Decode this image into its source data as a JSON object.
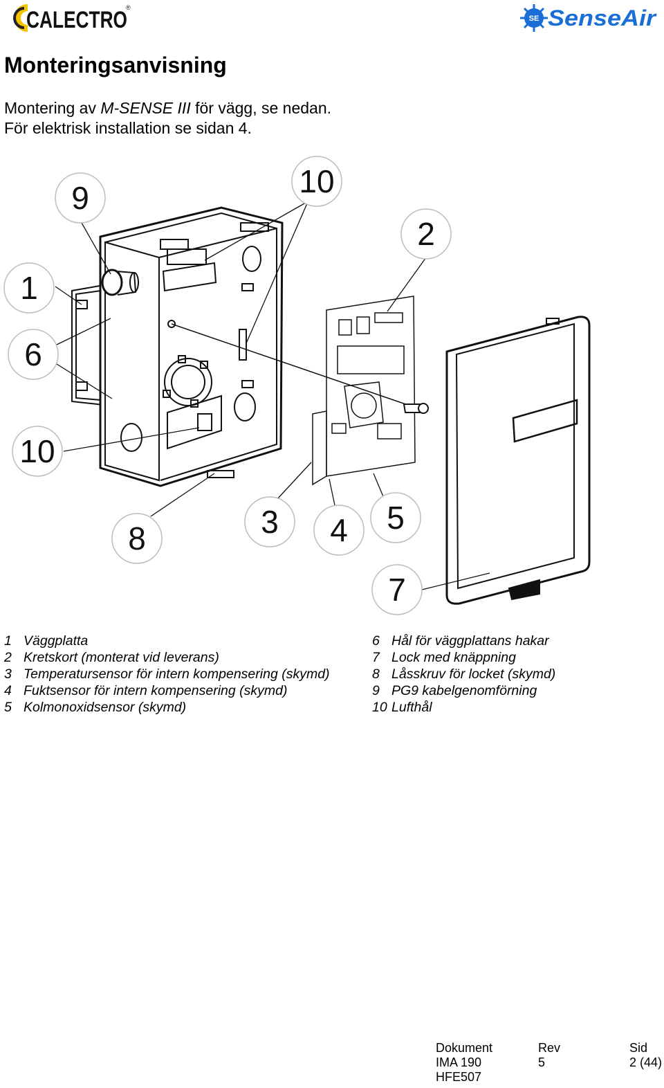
{
  "header": {
    "logo_left": "CALECTRO",
    "logo_right": "SenseAir",
    "logo_right_badge": "SE",
    "brand_yellow": "#f5c400",
    "brand_blue": "#1a6fd6"
  },
  "title": "Monteringsanvisning",
  "intro": {
    "line1_prefix": "Montering av ",
    "line1_product": "M-SENSE III",
    "line1_suffix": " för vägg, se nedan.",
    "line2": "För elektrisk installation se sidan 4."
  },
  "figure": {
    "callouts": [
      "9",
      "10",
      "2",
      "1",
      "6",
      "10",
      "8",
      "3",
      "4",
      "5",
      "7"
    ]
  },
  "legend": {
    "left": [
      {
        "num": "1",
        "text": "Väggplatta"
      },
      {
        "num": "2",
        "text": "Kretskort (monterat vid leverans)"
      },
      {
        "num": "3",
        "text": "Temperatursensor för intern kompensering (skymd)"
      },
      {
        "num": "4",
        "text": "Fuktsensor för intern kompensering (skymd)"
      },
      {
        "num": "5",
        "text": "Kolmonoxidsensor (skymd)"
      }
    ],
    "right": [
      {
        "num": "6",
        "text": "Hål för väggplattans hakar"
      },
      {
        "num": "7",
        "text": "Lock med knäppning"
      },
      {
        "num": "8",
        "text": "Låsskruv för locket (skymd)"
      },
      {
        "num": "9",
        "text": "PG9 kabelgenomförning"
      },
      {
        "num": "10",
        "text": "Lufthål"
      }
    ]
  },
  "footer": {
    "headers": [
      "Dokument",
      "Rev",
      "Sid"
    ],
    "values": [
      "IMA 190",
      "5",
      "2 (44)"
    ],
    "extra": "HFE507"
  }
}
